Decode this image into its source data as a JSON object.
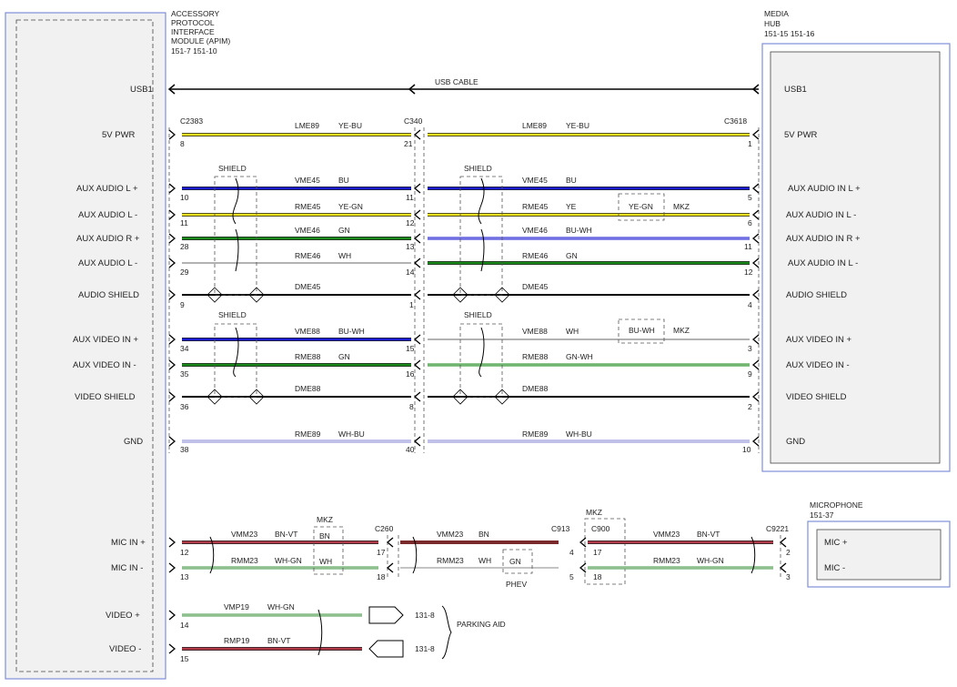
{
  "modules": {
    "apim": {
      "title": [
        "ACCESSORY",
        "PROTOCOL",
        "INTERFACE",
        "MODULE (APIM)"
      ],
      "refs": "151-7   151-10"
    },
    "media_hub": {
      "title": [
        "MEDIA",
        "HUB"
      ],
      "refs": "151-15 151-16"
    },
    "microphone": {
      "title": "MICROPHONE",
      "refs": "151-37"
    }
  },
  "apim_pins": {
    "usb1": "USB1",
    "pwr": "5V PWR",
    "aux_l_plus": "AUX AUDIO L +",
    "aux_l_minus": "AUX AUDIO L -",
    "aux_r_plus": "AUX AUDIO R +",
    "aux_l_minus2": "AUX AUDIO L -",
    "audio_shield": "AUDIO SHIELD",
    "aux_video_plus": "AUX VIDEO IN +",
    "aux_video_minus": "AUX VIDEO IN -",
    "video_shield": "VIDEO SHIELD",
    "gnd": "GND",
    "mic_plus": "MIC IN +",
    "mic_minus": "MIC IN -",
    "video_plus": "VIDEO +",
    "video_minus": "VIDEO -"
  },
  "hub_pins": {
    "usb1": "USB1",
    "pwr": "5V PWR",
    "aux_l_plus": "AUX AUDIO IN L +",
    "aux_l_minus": "AUX AUDIO IN L -",
    "aux_r_plus": "AUX AUDIO IN R +",
    "aux_l_minus2": "AUX AUDIO IN L -",
    "audio_shield": "AUDIO SHIELD",
    "aux_video_plus": "AUX VIDEO IN +",
    "aux_video_minus": "AUX VIDEO IN -",
    "video_shield": "VIDEO SHIELD",
    "gnd": "GND"
  },
  "mic_pins": {
    "plus": "MIC +",
    "minus": "MIC -"
  },
  "connectors": {
    "c2383": "C2383",
    "c340": "C340",
    "c3618": "C3618",
    "c260": "C260",
    "c913": "C913",
    "c900": "C900",
    "c9221": "C9221"
  },
  "usb_cable": "USB CABLE",
  "shield": "SHIELD",
  "mkz": "MKZ",
  "phev": "PHEV",
  "parking_aid": "PARKING AID",
  "ref_131_8": "131-8",
  "wires": {
    "lme89": [
      "LME89",
      "YE-BU"
    ],
    "vme45": [
      "VME45",
      "BU"
    ],
    "rme45_l": [
      "RME45",
      "YE-GN"
    ],
    "rme45_r": [
      "RME45",
      "YE"
    ],
    "alt_ye_gn": "YE-GN",
    "vme46": [
      "VME46",
      "GN"
    ],
    "vme46_r": [
      "VME46",
      "BU-WH"
    ],
    "rme46": [
      "RME46",
      "WH"
    ],
    "rme46_r": [
      "RME46",
      "GN"
    ],
    "dme45": "DME45",
    "vme88": [
      "VME88",
      "BU-WH"
    ],
    "vme88_r": [
      "VME88",
      "WH"
    ],
    "alt_bu_wh": "BU-WH",
    "rme88": [
      "RME88",
      "GN"
    ],
    "rme88_r": [
      "RME88",
      "GN-WH"
    ],
    "dme88": "DME88",
    "rme89": [
      "RME89",
      "WH-BU"
    ],
    "vmm23": [
      "VMM23",
      "BN-VT"
    ],
    "vmm23_mid": [
      "VMM23",
      "BN"
    ],
    "alt_bn": "BN",
    "rmm23": [
      "RMM23",
      "WH-GN"
    ],
    "rmm23_mid": [
      "RMM23",
      "WH"
    ],
    "alt_wh": "WH",
    "alt_gn": "GN",
    "vmp19": [
      "VMP19",
      "WH-GN"
    ],
    "rmp19": [
      "RMP19",
      "BN-VT"
    ]
  },
  "pins": {
    "p8": "8",
    "p21": "21",
    "p1": "1",
    "p10": "10",
    "p11": "11",
    "p5": "5",
    "p11b": "11",
    "p12": "12",
    "p6": "6",
    "p28": "28",
    "p13": "13",
    "p11c": "11",
    "p29": "29",
    "p14": "14",
    "p12b": "12",
    "p9": "9",
    "p1b": "1",
    "p4": "4",
    "p34": "34",
    "p15": "15",
    "p3": "3",
    "p35": "35",
    "p16": "16",
    "p9b": "9",
    "p36": "36",
    "p8b": "8",
    "p2": "2",
    "p38": "38",
    "p40": "40",
    "p10b": "10",
    "m12": "12",
    "m17": "17",
    "m4": "4",
    "m17b": "17",
    "m2": "2",
    "m13": "13",
    "m18": "18",
    "m5": "5",
    "m18b": "18",
    "m3": "3",
    "v14": "14",
    "v15": "15"
  },
  "colors": {
    "yellow": "#f0e020",
    "blue": "#1a1ad0",
    "green": "#1a8a1a",
    "maroon": "#9a2a35",
    "frame": "#8090d8"
  }
}
